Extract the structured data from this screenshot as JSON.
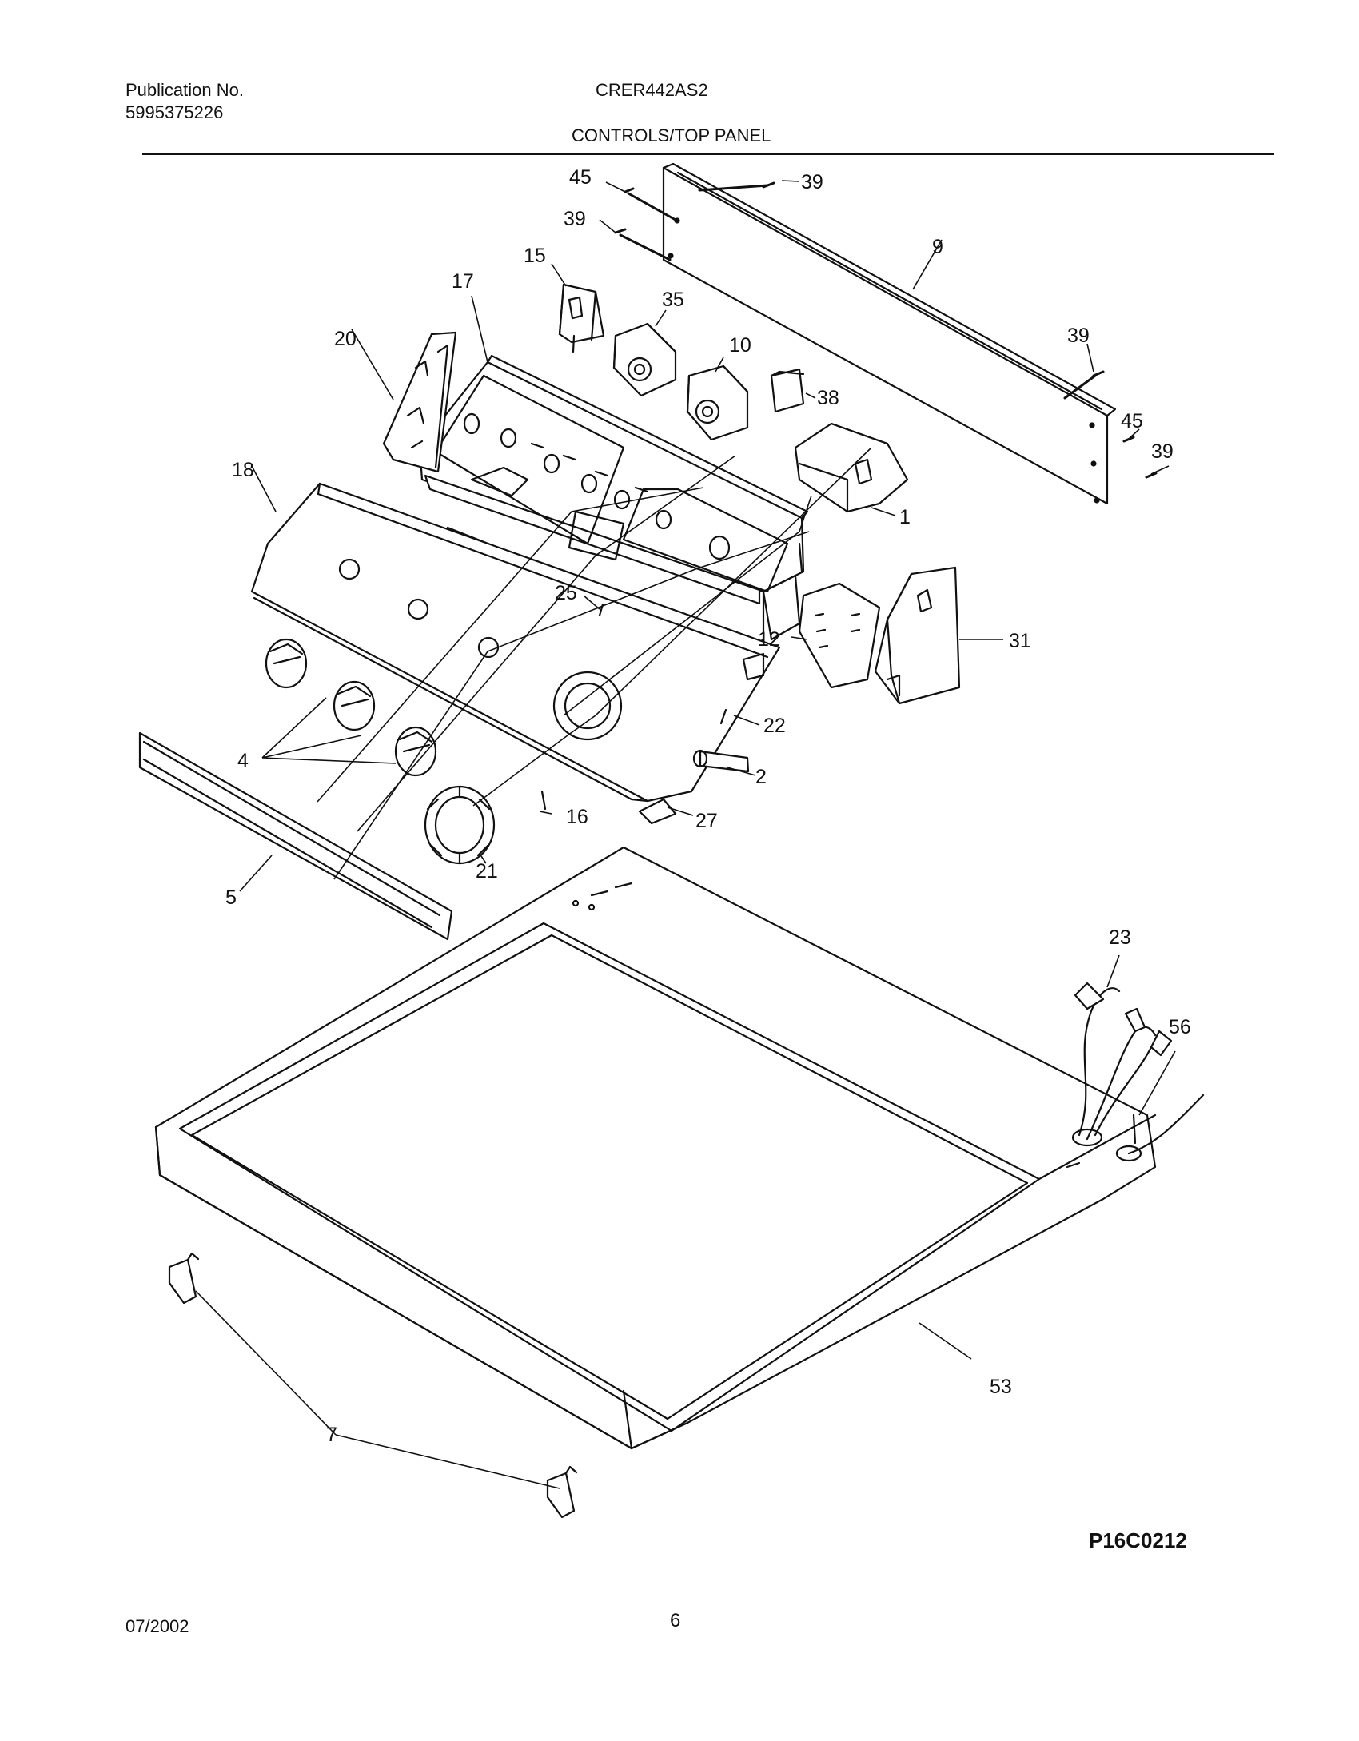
{
  "header": {
    "publication_label": "Publication No.",
    "publication_number": "5995375226",
    "model": "CRER442AS2",
    "section": "CONTROLS/TOP PANEL"
  },
  "diagram": {
    "callouts": {
      "p45a": "45",
      "p39a": "39",
      "p39b": "39",
      "p9": "9",
      "p15": "15",
      "p17": "17",
      "p35": "35",
      "p20": "20",
      "p10": "10",
      "p38": "38",
      "p39c": "39",
      "p45b": "45",
      "p39d": "39",
      "p1": "1",
      "p18": "18",
      "p25": "25",
      "p31": "31",
      "p12": "12",
      "p22": "22",
      "p4": "4",
      "p2": "2",
      "p16": "16",
      "p27": "27",
      "p21": "21",
      "p5": "5",
      "p23": "23",
      "p56": "56",
      "p53": "53",
      "p7": "7"
    },
    "code": "P16C0212"
  },
  "footer": {
    "date": "07/2002",
    "page": "6"
  }
}
